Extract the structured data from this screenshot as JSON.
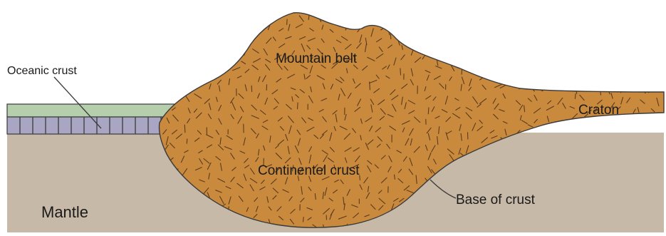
{
  "labels": {
    "oceanic_crust": "Oceanic crust",
    "mountain_belt": "Mountain belt",
    "craton": "Craton",
    "continental_crust": "Continentel crust",
    "base_of_crust": "Base of crust",
    "mantle": "Mantle"
  },
  "colors": {
    "mantle": "#c7b9a8",
    "continental_crust": "#c98a3e",
    "crust_speckle": "#5a3a1c",
    "oceanic_sediment": "#b5cfac",
    "oceanic_basalt": "#a9a6c4",
    "outline": "#3a3a3a",
    "background": "#ffffff"
  }
}
